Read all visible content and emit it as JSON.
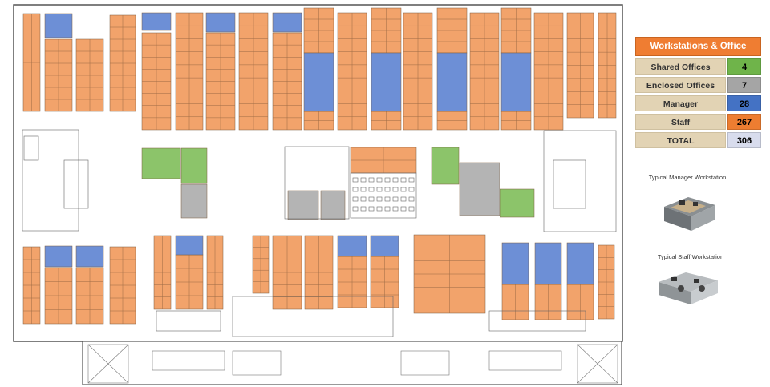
{
  "legend": {
    "title": "Workstations & Office Space",
    "rows": [
      {
        "label": "Shared Offices",
        "value": "4",
        "color": "#6fb44a"
      },
      {
        "label": "Enclosed Offices",
        "value": "7",
        "color": "#a5a5a5"
      },
      {
        "label": "Manager",
        "value": "28",
        "color": "#4472c4"
      },
      {
        "label": "Staff",
        "value": "267",
        "color": "#ed7d31"
      },
      {
        "label": "TOTAL",
        "value": "306",
        "color": "#d8dced"
      }
    ]
  },
  "captions": {
    "manager": "Typical Manager Workstation",
    "staff": "Typical Staff Workstation"
  },
  "colors": {
    "staff": "#f2a36b",
    "manager": "#6d8fd6",
    "shared": "#8cc46a",
    "enclosed": "#b4b4b4",
    "wall": "#555555"
  }
}
